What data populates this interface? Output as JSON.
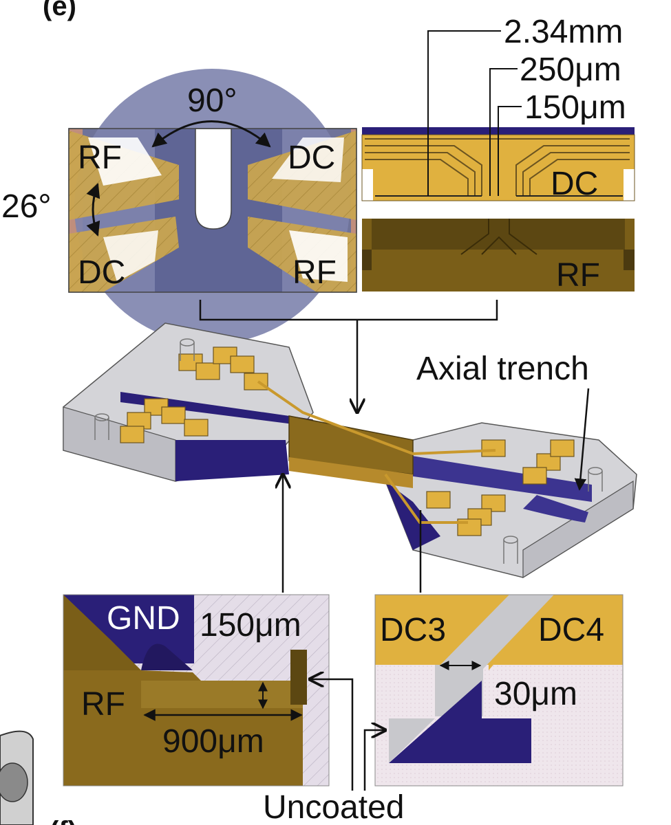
{
  "panel_labels": {
    "e": "(e)",
    "f": "(f)"
  },
  "top_left": {
    "angle_top": "90°",
    "angle_left": "26°",
    "labels": {
      "rf_top": "RF",
      "dc_top": "DC",
      "dc_bottom": "DC",
      "rf_bottom": "RF"
    }
  },
  "top_right": {
    "dims": [
      "2.34mm",
      "250μm",
      "150μm"
    ],
    "dc_label": "DC",
    "rf_label": "RF"
  },
  "middle": {
    "axial_trench": "Axial trench"
  },
  "bottom_left": {
    "gnd": "GND",
    "dim_150": "150μm",
    "rf": "RF",
    "dim_900": "900μm"
  },
  "bottom_right": {
    "dc3": "DC3",
    "dc4": "DC4",
    "dim_30": "30μm"
  },
  "uncoated": "Uncoated",
  "colors": {
    "gold": "#d7a93d",
    "dark_gold": "#6b5420",
    "navy": "#2a1f78",
    "slate": "#7a80a6",
    "glass": "#c9c9cf",
    "hatch_bg": "#e6dde6"
  }
}
